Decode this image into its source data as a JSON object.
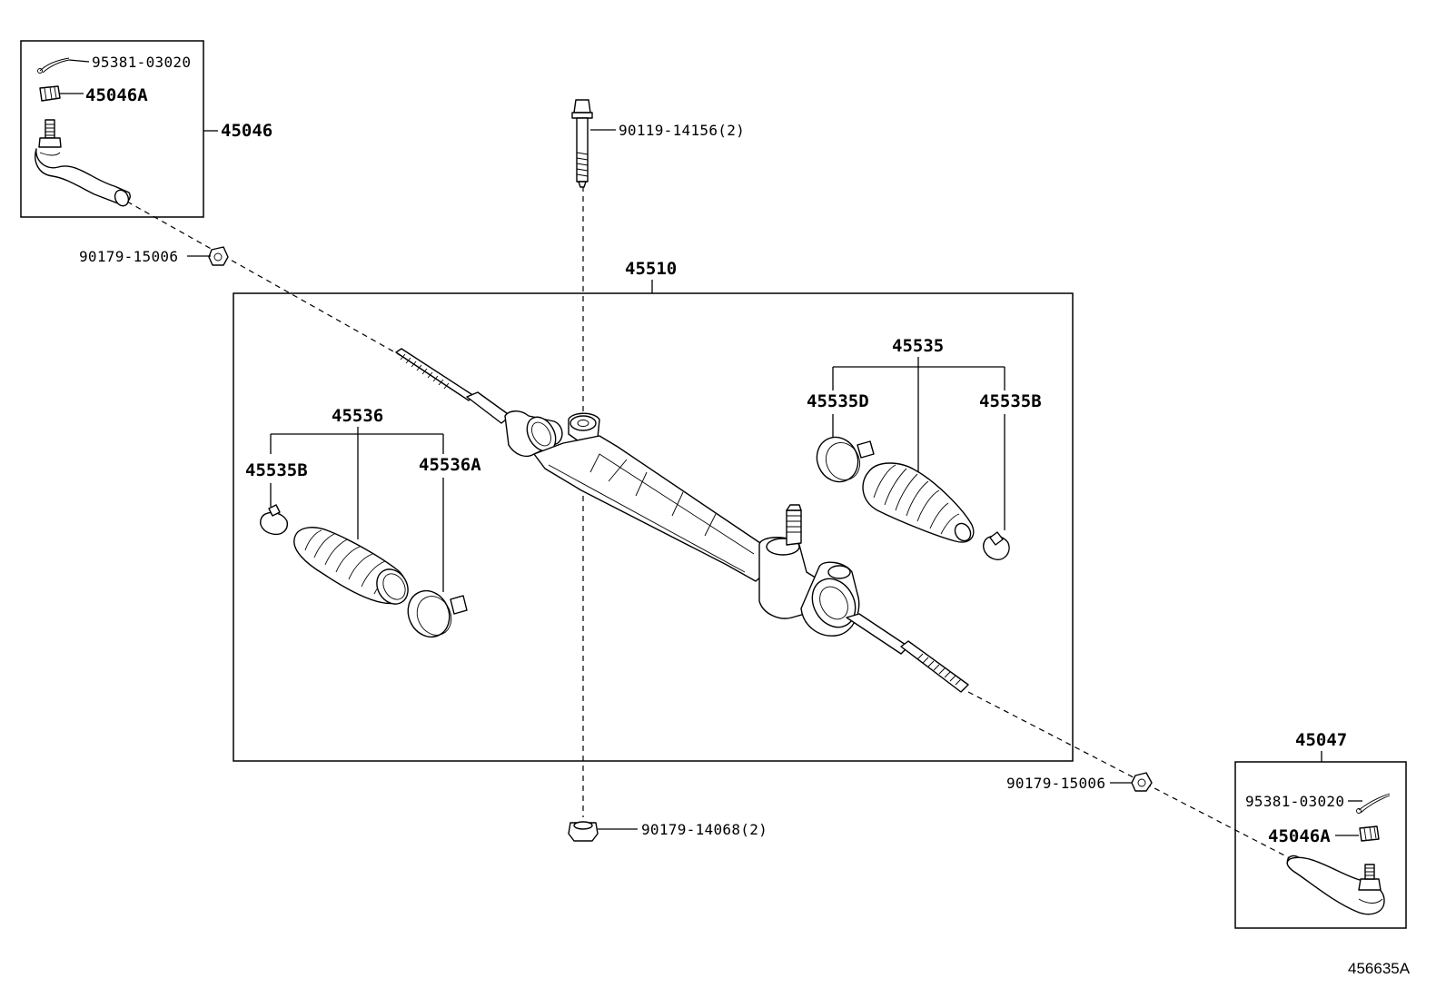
{
  "labels": {
    "cotter_pin_top": "95381-03020",
    "nut_top": "45046A",
    "tie_rod_end_left": "45046",
    "bolt": "90119-14156(2)",
    "nut_left": "90179-15006",
    "gear_assembly": "45510",
    "boot_right_set": "45535",
    "clamp_right_large": "45535D",
    "clamp_right_small": "45535B",
    "boot_left_set": "45536",
    "clamp_left_small": "45535B",
    "clamp_left_large": "45536A",
    "nut_right": "90179-15006",
    "tie_rod_end_right": "45047",
    "cotter_pin_bottom": "95381-03020",
    "nut_bottom": "45046A",
    "nut_lower": "90179-14068(2)"
  },
  "figure_ref": "456635A"
}
